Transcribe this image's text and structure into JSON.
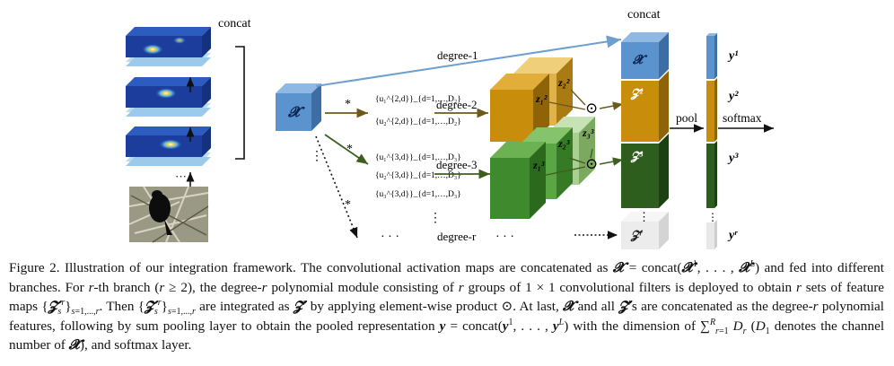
{
  "figure": {
    "concat_left_label": "concat",
    "concat_right_label": "concat",
    "input_symbol": "𝓧",
    "branches": [
      {
        "label": "degree-1"
      },
      {
        "label": "degree-2",
        "filters": [
          "{u₁^{2,d}}_{d=1,…,D₂}",
          "{u₂^{2,d}}_{d=1,…,D₂}"
        ],
        "feature_maps": [
          "z₁²",
          "z₂²"
        ]
      },
      {
        "label": "degree-3",
        "filters": [
          "{u₁^{3,d}}_{d=1,…,D₃}",
          "{u₂^{3,d}}_{d=1,…,D₃}",
          "{u₃^{3,d}}_{d=1,…,D₃}"
        ],
        "feature_maps": [
          "z₁³",
          "z₂³",
          "z₃³"
        ]
      },
      {
        "label": "degree-r"
      }
    ],
    "star_symbol": "*",
    "odot_symbol": "⊙",
    "stack_blocks": [
      "𝓧",
      "𝓩²",
      "𝓩³",
      "𝓩ʳ"
    ],
    "pool_label": "pool",
    "softmax_label": "softmax",
    "outputs": [
      "y¹",
      "y²",
      "y³",
      "yʳ"
    ],
    "colors": {
      "blue": "#5b93cf",
      "orange": "#c98d0c",
      "green": "#3f8a2c",
      "dark_green": "#2d5e1e",
      "gray": "#e8e8e8",
      "arrow_blue": "#6d9fcf",
      "arrow_olive": "#6b5a1c"
    }
  },
  "caption": {
    "seg1": "Figure 2. Illustration of our integration framework. The convolutional activation maps are concatenated as ",
    "seg2": " and fed into different branches. For ",
    "seg3": "-th branch (",
    "seg4": "), the degree-",
    "seg5": " polynomial module consisting of ",
    "seg6": " groups of 1 × 1 convolutional filters is deployed to obtain ",
    "seg7": " sets of feature maps ",
    "seg8": ". Then ",
    "seg9": " are integrated as ",
    "seg10": " by applying element-wise product ⊙. At last, ",
    "seg11": " and all ",
    "seg12": "s are concatenated as the degree-",
    "seg13": " polynomial features, following by sum pooling layer to obtain the pooled representation ",
    "seg14": " with the dimension of ",
    "seg15": " (",
    "seg16": " denotes the channel number of ",
    "seg17": "), and softmax layer."
  }
}
